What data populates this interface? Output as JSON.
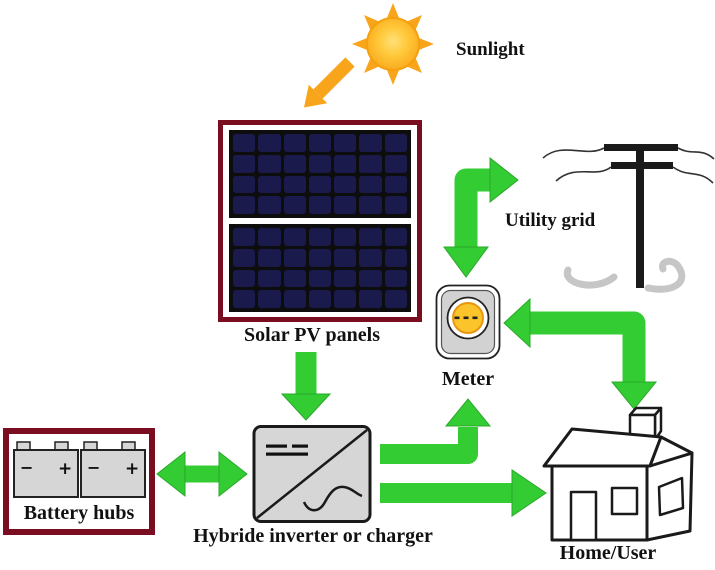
{
  "figure_type": "solar-pv-system-diagram",
  "nodes": {
    "sunlight": {
      "label": "Sunlight",
      "icon": "sun-icon"
    },
    "solar_panels": {
      "label": "Solar PV panels",
      "icon": "solar-panel-icon"
    },
    "utility_grid": {
      "label": "Utility grid",
      "icon": "power-pole-icon"
    },
    "meter": {
      "label": "Meter",
      "icon": "meter-icon"
    },
    "battery": {
      "label": "Battery hubs",
      "icon": "battery-icon",
      "terminal_minus": "−",
      "terminal_plus": "+"
    },
    "inverter": {
      "label": "Hybride inverter or charger",
      "icon": "inverter-icon"
    },
    "home": {
      "label": "Home/User",
      "icon": "house-icon"
    }
  },
  "flows": [
    {
      "from": "sunlight",
      "to": "solar_panels",
      "direction": "one-way",
      "color": "orange"
    },
    {
      "from": "solar_panels",
      "to": "inverter",
      "direction": "one-way",
      "color": "green"
    },
    {
      "from": "battery",
      "to": "inverter",
      "direction": "two-way",
      "color": "green"
    },
    {
      "from": "inverter",
      "to": "meter",
      "direction": "one-way",
      "color": "green"
    },
    {
      "from": "inverter",
      "to": "home",
      "direction": "one-way",
      "color": "green"
    },
    {
      "from": "meter",
      "to": "utility_grid",
      "direction": "two-way",
      "color": "green"
    },
    {
      "from": "meter",
      "to": "home",
      "direction": "two-way",
      "color": "green"
    }
  ],
  "colors": {
    "arrow_green": "#33CC33",
    "arrow_green_edge": "#29A829",
    "sun_orange": "#F9A51B",
    "sun_core": "#FFD34D",
    "maroon_border": "#7A0E20",
    "panel_cell_navy": "#1A1A4D",
    "device_gray": "#D6D6D6",
    "meter_dial_yellow": "#FBC42B",
    "meter_dial_rim": "#E8970E",
    "ground_gray": "#C6C6C6",
    "text_black": "#111111"
  }
}
